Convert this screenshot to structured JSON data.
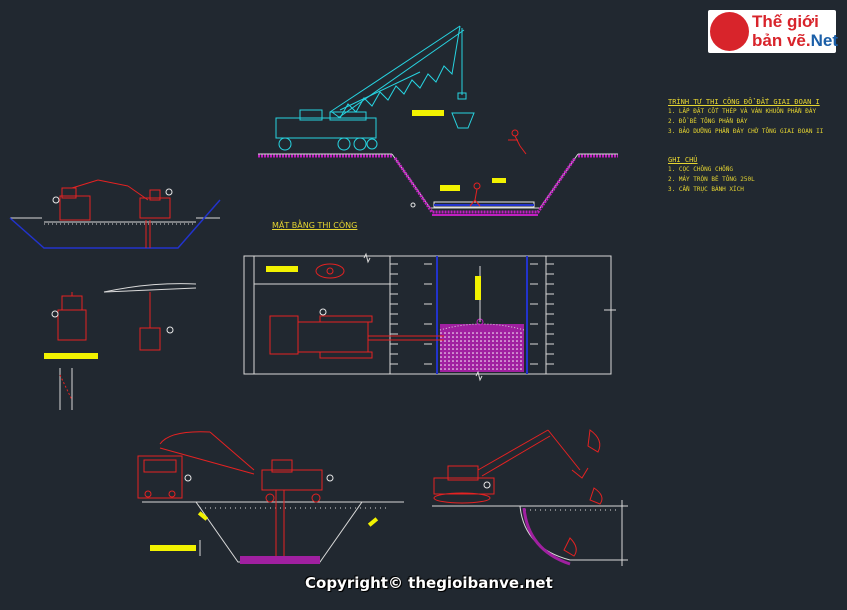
{
  "logo": {
    "line1": "Thế giới",
    "line2a": "bản vẽ.",
    "line2b": "Net"
  },
  "notes": {
    "title": "TRÌNH TỰ THI CÔNG ĐỔ ĐẤT GIAI ĐOẠN I",
    "items": [
      "1. LẮP ĐẶT CỐT THÉP VÀ VÁN KHUÔN PHẦN ĐÁY",
      "2. ĐỔ BÊ TÔNG PHẦN ĐÁY",
      "3. BẢO DƯỠNG PHẦN ĐÁY CHỜ TÔNG GIAI ĐOẠN II"
    ],
    "ghi_chu_title": "GHI CHÚ",
    "ghi_chu_items": [
      "1. CỌC CHÔNG CHỐNG",
      "2. MÁY TRỘN BÊ TÔNG 250L",
      "3. CẦN TRỤC BÁNH XÍCH"
    ]
  },
  "plan_title": "MẶT BẰNG THI CÔNG",
  "copyright": "Copyright© thegioibanve.net",
  "colors": {
    "background": "#212830",
    "crane": "#27d3e0",
    "excavator": "#e52222",
    "ground": "#c020c0",
    "dimension": "#d9d9d9",
    "label": "#f2f200",
    "water": "#2233cc"
  }
}
